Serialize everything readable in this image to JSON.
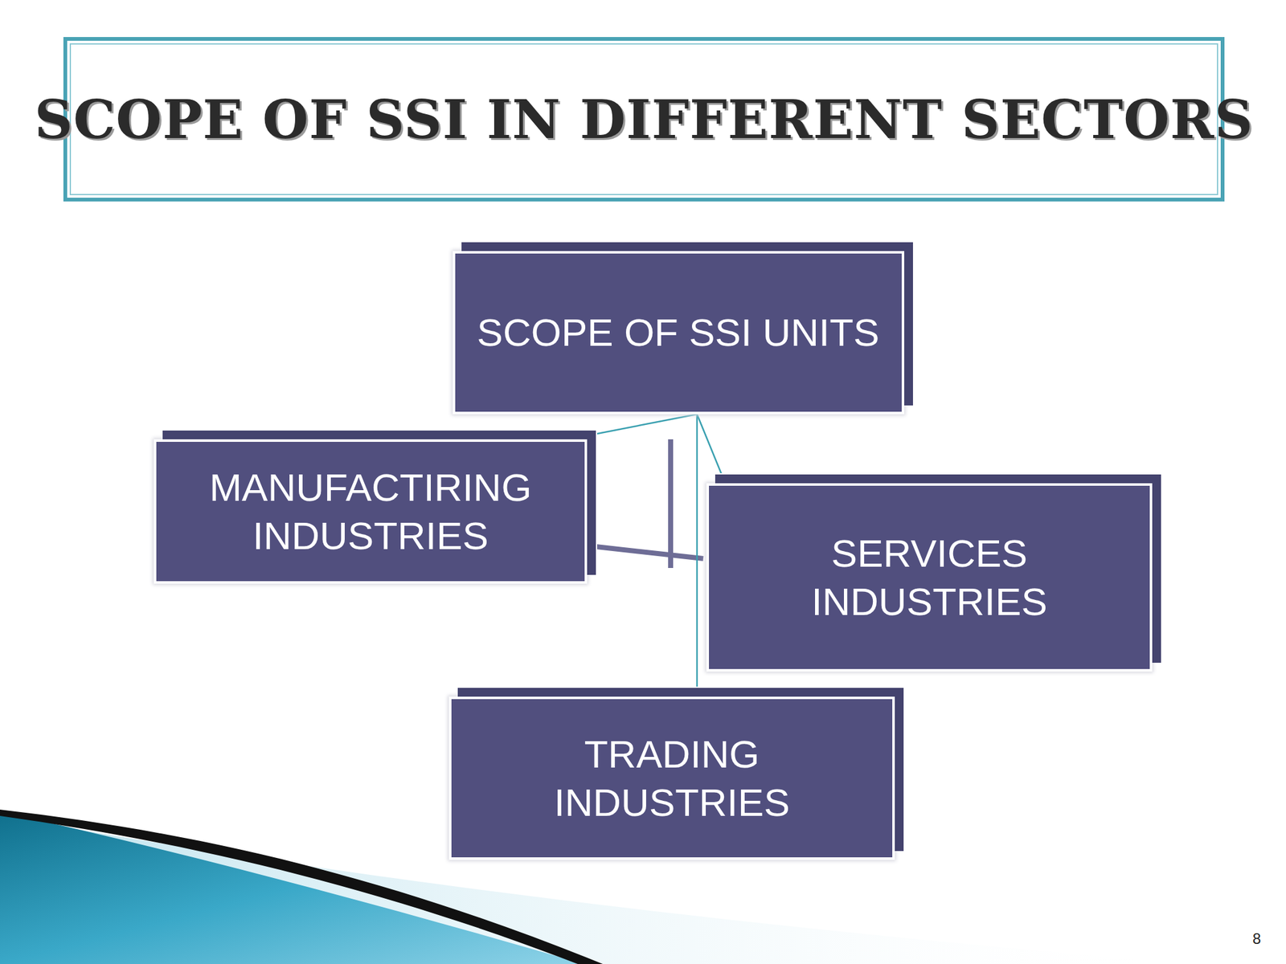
{
  "diagram": {
    "title": "SCOPE OF SSI IN DIFFERENT SECTORS",
    "nodes": [
      {
        "text": [
          "SCOPE OF SSI UNITS"
        ]
      },
      {
        "text": [
          "MANUFACTIRING INDUSTRIES"
        ]
      },
      {
        "text": [
          "SERVICES INDUSTRIES"
        ]
      },
      {
        "text": [
          "TRADING INDUSTRIES"
        ]
      }
    ],
    "edges": [
      {
        "from": 0,
        "to": 1,
        "arrow": "to"
      },
      {
        "from": 0,
        "to": 2,
        "arrow": "to"
      },
      {
        "from": 0,
        "to": 3,
        "arrow": "to"
      }
    ],
    "labels": [
      "8"
    ]
  }
}
